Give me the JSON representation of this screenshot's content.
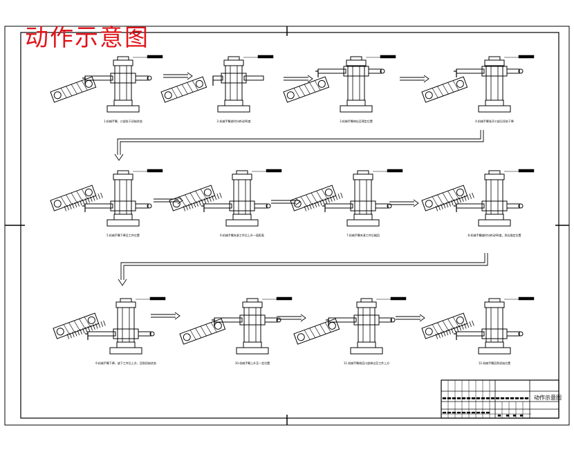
{
  "drawing": {
    "title": "动作示意图",
    "title_color": "#e0141a",
    "line_color": "#000000"
  },
  "steps": [
    {
      "n": 1,
      "caption": "1.机械手臂、爪部处于初始状态"
    },
    {
      "n": 2,
      "caption": "2.机械手臂逆时针转动90度"
    },
    {
      "n": 3,
      "caption": "3.机械手臂伸出至预定位置"
    },
    {
      "n": 4,
      "caption": "4.机械手臂张开爪部沿导轨下降"
    },
    {
      "n": 5,
      "caption": "5.机械手臂下降至工件位置"
    },
    {
      "n": 6,
      "caption": "6.机械手臂夹紧工件后上升一段距离"
    },
    {
      "n": 7,
      "caption": "7.机械手臂夹紧工件后缩回"
    },
    {
      "n": 8,
      "caption": "8.机械手臂顺时针转动90度，到达指定位置"
    },
    {
      "n": 9,
      "caption": "9.机械手臂下降，放下工件后上升，回到初始状态"
    },
    {
      "n": 10,
      "caption": "10.机械手臂上升至一定位置"
    },
    {
      "n": 11,
      "caption": "11.机械手臂收回爪部伸出至工件上方"
    },
    {
      "n": 12,
      "caption": "12.机械手臂回到初始位置"
    }
  ],
  "title_block": {
    "drawing_name": "动作示意图"
  }
}
